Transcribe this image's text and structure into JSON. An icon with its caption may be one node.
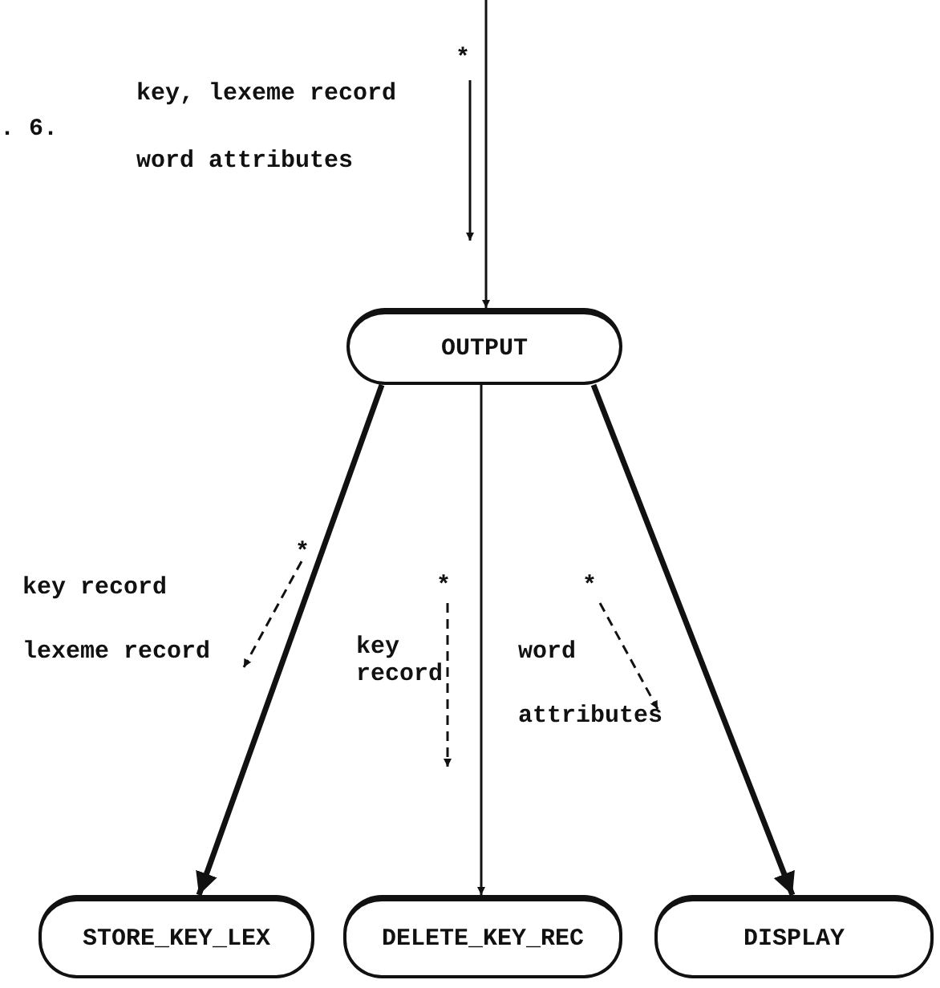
{
  "diagram": {
    "nodes": [
      {
        "text": [
          "OUTPUT"
        ]
      },
      {
        "text": [
          "STORE_KEY_LEX"
        ]
      },
      {
        "text": [
          "DELETE_KEY_REC"
        ]
      },
      {
        "text": [
          "DISPLAY"
        ]
      }
    ],
    "edges": [
      {
        "from": null,
        "to": 0,
        "arrow": "to"
      },
      {
        "from": 0,
        "to": 1,
        "arrow": "to",
        "style": "thick"
      },
      {
        "from": 0,
        "to": 2,
        "arrow": "to"
      },
      {
        "from": 0,
        "to": 3,
        "arrow": "to",
        "style": "thick"
      }
    ],
    "labels": [
      "*",
      "key, lexeme record",
      ". 6.",
      "word attributes",
      "*",
      "key record",
      "*",
      "*",
      "lexeme record",
      "key record",
      "word",
      "attributes"
    ]
  }
}
